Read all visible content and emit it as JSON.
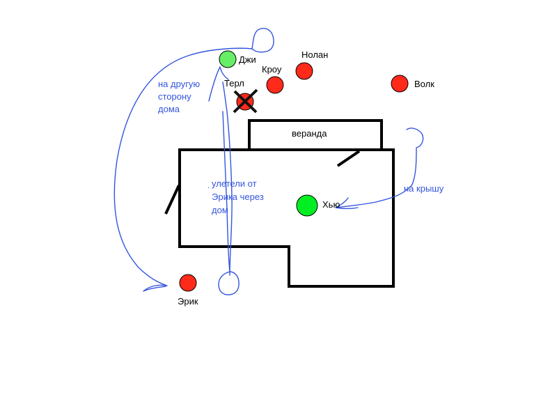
{
  "colors": {
    "enemy": "#ff2a1a",
    "ally": "#00ee22",
    "ally_light": "#66ee66",
    "ink": "#000000",
    "annotation": "#3355dd"
  },
  "players": {
    "dzhi": {
      "label": "Джи",
      "team": "ally"
    },
    "terl": {
      "label": "Терл",
      "team": "enemy",
      "eliminated": true
    },
    "krou": {
      "label": "Кроу",
      "team": "enemy"
    },
    "nolan": {
      "label": "Нолан",
      "team": "enemy"
    },
    "volk": {
      "label": "Волк",
      "team": "enemy"
    },
    "hyu": {
      "label": "Хью",
      "team": "ally"
    },
    "erik": {
      "label": "Эрик",
      "team": "enemy"
    }
  },
  "building": {
    "veranda_label": "веранда"
  },
  "annotations": {
    "other_side": [
      "на другую",
      "сторону",
      "дома"
    ],
    "flew_off": [
      "улетели от",
      "Эрика через",
      "дом"
    ],
    "roof": "на крышу"
  }
}
